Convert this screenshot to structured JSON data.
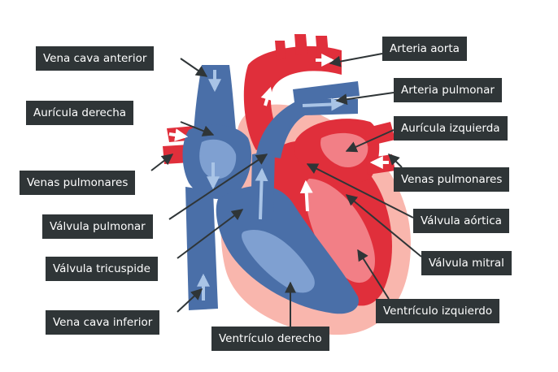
{
  "labels": {
    "vena_cava_anterior": "Vena cava anterior",
    "auricula_derecha": "Aurícula derecha",
    "venas_pulmonares_izq": "Venas pulmonares",
    "valvula_pulmonar": "Válvula pulmonar",
    "valvula_tricuspide": "Válvula tricuspide",
    "vena_cava_inferior": "Vena cava inferior",
    "ventriculo_derecho": "Ventrículo derecho",
    "arteria_aorta": "Arteria aorta",
    "arteria_pulmonar": "Arteria pulmonar",
    "auricula_izquierda": "Aurícula izquierda",
    "venas_pulmonares_der": "Venas pulmonares",
    "valvula_aortica": "Válvula aórtica",
    "valvula_mitral": "Válvula mitral",
    "ventriculo_izquierdo": "Ventrículo izquierdo"
  },
  "colors": {
    "deoxygenated_blue": "#4a6fa8",
    "oxygenated_red": "#e02f3b",
    "pericardium_pink": "#f9b6ad",
    "label_background": "#2f3537",
    "label_text": "#ffffff"
  }
}
